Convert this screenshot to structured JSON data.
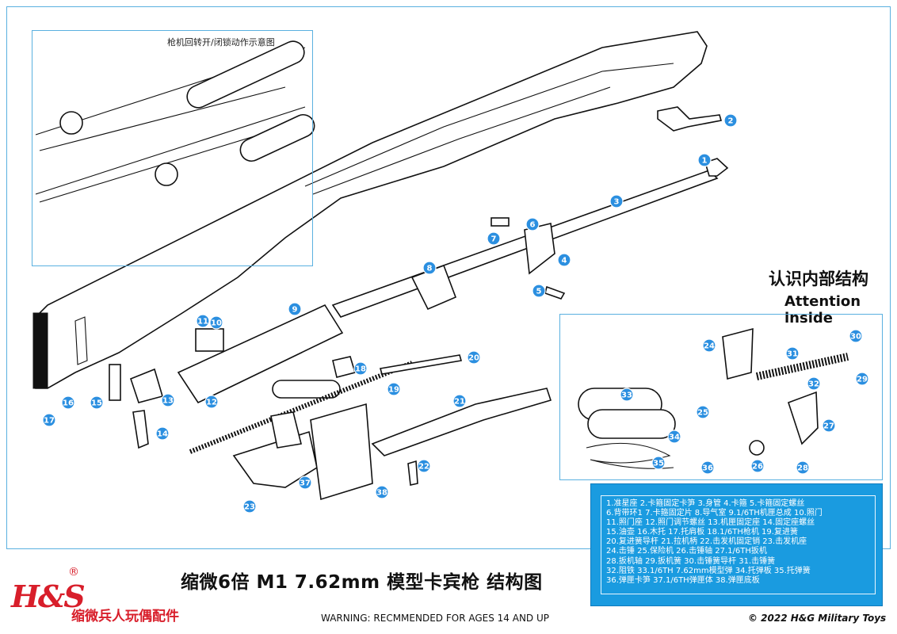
{
  "diagram": {
    "inset_title": "枪机回转开/闭锁动作示意图",
    "attention_cn": "认识内部结构",
    "attention_en": "Attention inside",
    "title": "缩微6倍 M1 7.62mm 模型卡宾枪 结构图",
    "brand_mark": "H&S",
    "brand_reg": "®",
    "brand_name": "缩微兵人玩偶配件",
    "warning": "WARNING: RECMMENDED FOR AGES 14 AND UP",
    "copyright": "© 2022 H&G Military Toys",
    "legend_lines": [
      "1.准星座 2.卡箍固定卡笋 3.身管 4.卡箍 5.卡箍固定螺丝",
      "6.背带环1 7.卡箍固定片 8.导气室 9.1/6TH机匣总成 10.照门",
      "11.照门座  12.照门调节螺丝 13.机匣固定座 14.固定座螺丝",
      "15.油壶 16.木托 17.托肩板 18.1/6TH枪机 19.复进簧",
      "20.复进簧导杆 21.拉机柄 22.击发机固定销 23.击发机座",
      "24.击锤 25.保险机 26.击锤轴  27.1/6TH扳机",
      "28.扳机轴 29.扳机簧 30.击锤簧导杆 31.击锤簧",
      "32.阻铁  33.1/6TH 7.62mm模型弹 34.托弹板 35.托弹簧",
      "36.弹匣卡笋 37.1/6TH弹匣体 38.弹匣底板"
    ],
    "callouts": [
      {
        "n": "1"
      },
      {
        "n": "2"
      },
      {
        "n": "3"
      },
      {
        "n": "4"
      },
      {
        "n": "5"
      },
      {
        "n": "6"
      },
      {
        "n": "7"
      },
      {
        "n": "8"
      },
      {
        "n": "9"
      },
      {
        "n": "10"
      },
      {
        "n": "11"
      },
      {
        "n": "12"
      },
      {
        "n": "13"
      },
      {
        "n": "14"
      },
      {
        "n": "15"
      },
      {
        "n": "16"
      },
      {
        "n": "17"
      },
      {
        "n": "18"
      },
      {
        "n": "19"
      },
      {
        "n": "20"
      },
      {
        "n": "21"
      },
      {
        "n": "22"
      },
      {
        "n": "23"
      },
      {
        "n": "24"
      },
      {
        "n": "25"
      },
      {
        "n": "26"
      },
      {
        "n": "27"
      },
      {
        "n": "28"
      },
      {
        "n": "29"
      },
      {
        "n": "30"
      },
      {
        "n": "31"
      },
      {
        "n": "32"
      },
      {
        "n": "33"
      },
      {
        "n": "34"
      },
      {
        "n": "35"
      },
      {
        "n": "36"
      },
      {
        "n": "37"
      },
      {
        "n": "38"
      }
    ],
    "accent_color": "#2b8fe0",
    "legend_bg": "#1a9be0",
    "brand_color": "#d81e2a"
  }
}
